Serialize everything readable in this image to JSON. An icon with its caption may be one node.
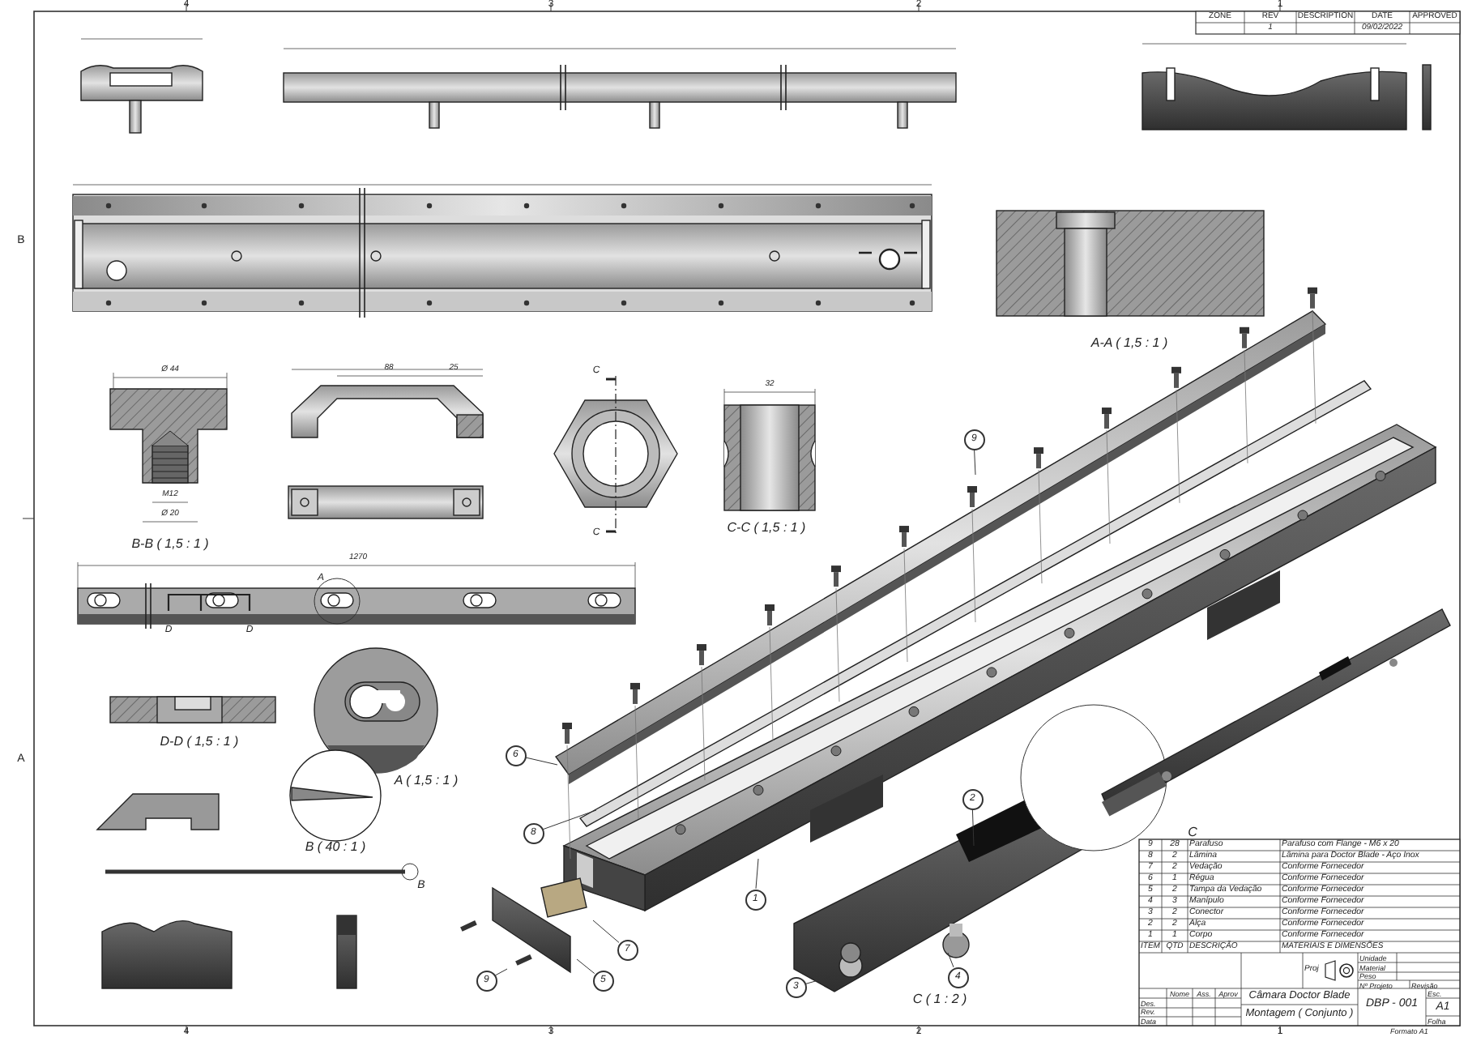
{
  "diagram": {
    "nodes": [
      {
        "text": [
          "9"
        ]
      },
      {
        "text": [
          "6"
        ]
      },
      {
        "text": [
          "2"
        ]
      },
      {
        "text": [
          "8"
        ]
      },
      {
        "text": [
          "1"
        ]
      },
      {
        "text": [
          "7"
        ]
      },
      {
        "text": [
          "4"
        ]
      },
      {
        "text": [
          "5"
        ]
      },
      {
        "text": [
          "9"
        ]
      },
      {
        "text": [
          "3"
        ]
      }
    ],
    "edges": [
      {
        "from": 0,
        "to": null,
        "arrow": "none"
      },
      {
        "from": 1,
        "to": null,
        "arrow": "none"
      },
      {
        "from": 2,
        "to": null,
        "arrow": "none"
      },
      {
        "from": 3,
        "to": null,
        "arrow": "none"
      },
      {
        "from": 4,
        "to": null,
        "arrow": "none"
      },
      {
        "from": 5,
        "to": null,
        "arrow": "none"
      },
      {
        "from": 6,
        "to": null,
        "arrow": "none"
      },
      {
        "from": 7,
        "to": null,
        "arrow": "none"
      },
      {
        "from": 8,
        "to": null,
        "arrow": "none"
      },
      {
        "from": 9,
        "to": null,
        "arrow": "none"
      }
    ],
    "labels": [
      "4",
      "3",
      "2",
      "1",
      "ZONE",
      "REV",
      "DESCRIPTION",
      "DATE",
      "APPROVED",
      "1",
      "09/02/2022",
      "B",
      "A",
      "Ø 44",
      "M12",
      "Ø 20",
      "88",
      "25",
      "32",
      "B-B ( 1,5 : 1 )",
      "C",
      "C",
      "C-C ( 1,5 : 1 )",
      "A-A ( 1,5 : 1 )",
      "1270",
      "A",
      "D",
      "D",
      "D-D ( 1,5 : 1 )",
      "A ( 1,5 : 1 )",
      "B ( 40 : 1 )",
      "B",
      "C ( 1 : 2 )",
      "C",
      "9",
      "28",
      "Parafuso",
      "Parafuso com Flange - M6 x 20",
      "8",
      "2",
      "Lâmina",
      "Lâmina para Doctor Blade - Aço Inox",
      "7",
      "2",
      "Vedação",
      "Conforme Fornecedor",
      "6",
      "1",
      "Régua",
      "Conforme Fornecedor",
      "5",
      "2",
      "Tampa da Vedação",
      "Conforme Fornecedor",
      "4",
      "3",
      "Manípulo",
      "Conforme Fornecedor",
      "3",
      "2",
      "Conector",
      "Conforme Fornecedor",
      "2",
      "2",
      "Alça",
      "Conforme Fornecedor",
      "1",
      "1",
      "Corpo",
      "Conforme Fornecedor",
      "ITEM",
      "QTD",
      "DESCRIÇÃO",
      "MATERIAIS E DIMENSÕES",
      "Proj",
      "Unidade",
      "Material",
      "Peso",
      "Nº Projeto",
      "Revisão",
      "Câmara Doctor Blade",
      "Montagem ( Conjunto )",
      "Nome",
      "Ass.",
      "Aprov",
      "Des.",
      "Rev.",
      "Data",
      "DBP - 001",
      "Esc.",
      "A1",
      "Folha",
      "4",
      "3",
      "2",
      "1",
      "Formato A1"
    ]
  }
}
